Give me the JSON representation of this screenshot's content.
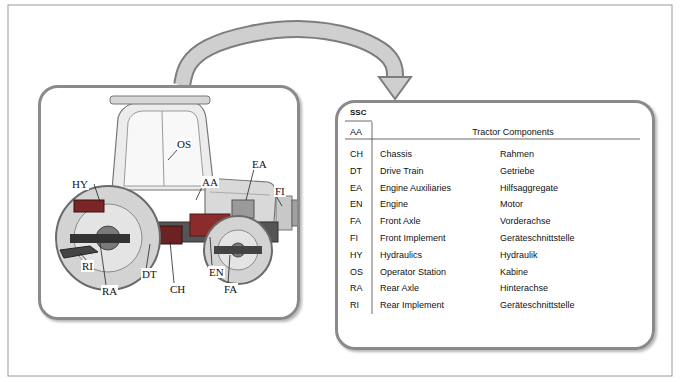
{
  "diagram": {
    "nodes": [
      {
        "text": [
          "OS",
          "AA",
          "EA",
          "HY",
          "FI",
          "RI",
          "RA",
          "DT",
          "CH",
          "EN",
          "FA"
        ]
      },
      {
        "text": [
          "SSC",
          "AA",
          "Tractor Components",
          "CH",
          "Chassis",
          "Rahmen",
          "DT",
          "Drive Train",
          "Getriebe",
          "EA",
          "Engine Auxiliaries",
          "Hilfsaggregate",
          "EN",
          "Engine",
          "Motor",
          "FA",
          "Front Axle",
          "Vorderachse",
          "FI",
          "Front Implement",
          "Geräteschnittstelle",
          "HY",
          "Hydraulics",
          "Hydraulik",
          "OS",
          "Operator Station",
          "Kabine",
          "RA",
          "Rear Axle",
          "Hinterachse",
          "RI",
          "Rear Implement",
          "Geräteschnittstelle"
        ]
      }
    ],
    "edges": [
      {
        "from": 0,
        "to": 1,
        "arrow": "to"
      }
    ]
  }
}
